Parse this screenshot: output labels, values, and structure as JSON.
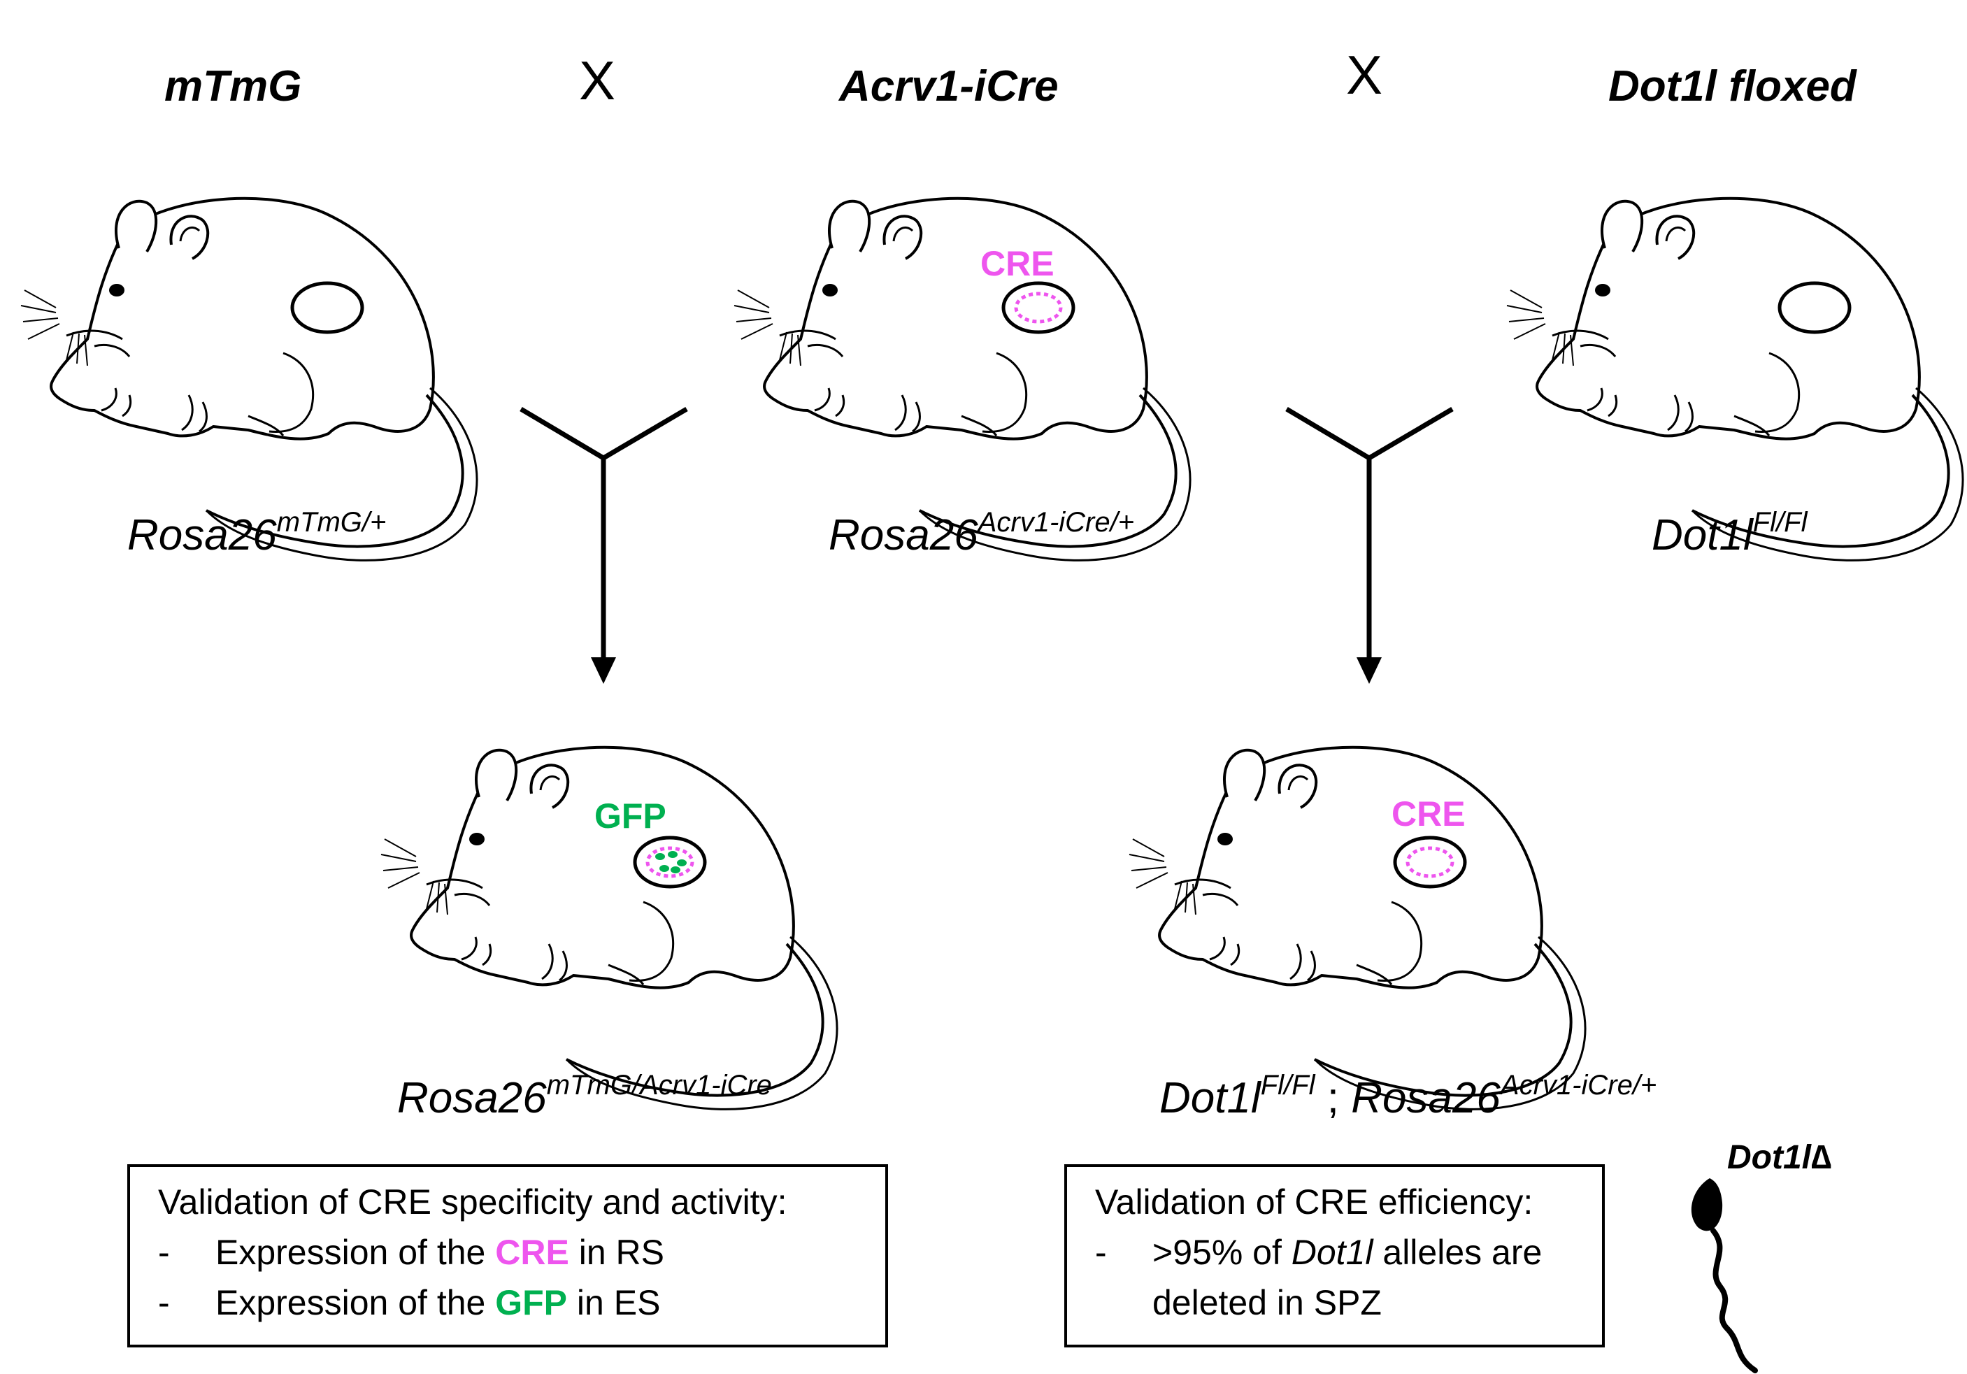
{
  "strains": [
    {
      "name": "mTmG",
      "genotype_base": "Rosa26",
      "genotype_sup": "mTmG/+",
      "marker": ""
    },
    {
      "name": "Acrv1-iCre",
      "genotype_base": "Rosa26",
      "genotype_sup": "Acrv1-iCre/+",
      "marker": "CRE"
    },
    {
      "name": "Dot1l floxed",
      "genotype_base": "Dot1l",
      "genotype_sup": "Fl/Fl",
      "marker": ""
    }
  ],
  "cross_symbol": "X",
  "offspring": [
    {
      "genotype_base": "Rosa26",
      "genotype_sup": "mTmG/Acrv1-iCre",
      "marker": "GFP"
    },
    {
      "genotype_base": "Dot1l",
      "genotype_sup": "Fl/Fl",
      "genotype_sep": " ; ",
      "genotype_base2": "Rosa26",
      "genotype_sup2": "Acrv1-iCre/+",
      "marker": "CRE"
    }
  ],
  "validation_left": {
    "title": "Validation of CRE specificity and activity:",
    "item1_prefix": "Expression of the ",
    "item1_highlight": "CRE",
    "item1_suffix": " in RS",
    "item2_prefix": "Expression of the ",
    "item2_highlight": "GFP",
    "item2_suffix": " in ES",
    "bullet": "-"
  },
  "validation_right": {
    "title": "Validation of CRE efficiency:",
    "line1_prefix": ">95% of ",
    "line1_gene": "Dot1l",
    "line1_suffix": " alleles are",
    "line2": "deleted in SPZ",
    "bullet": "-"
  },
  "sperm_label": "Dot1l∆",
  "colors": {
    "cre": "#ee55ee",
    "gfp": "#00b050",
    "line": "#000000"
  }
}
